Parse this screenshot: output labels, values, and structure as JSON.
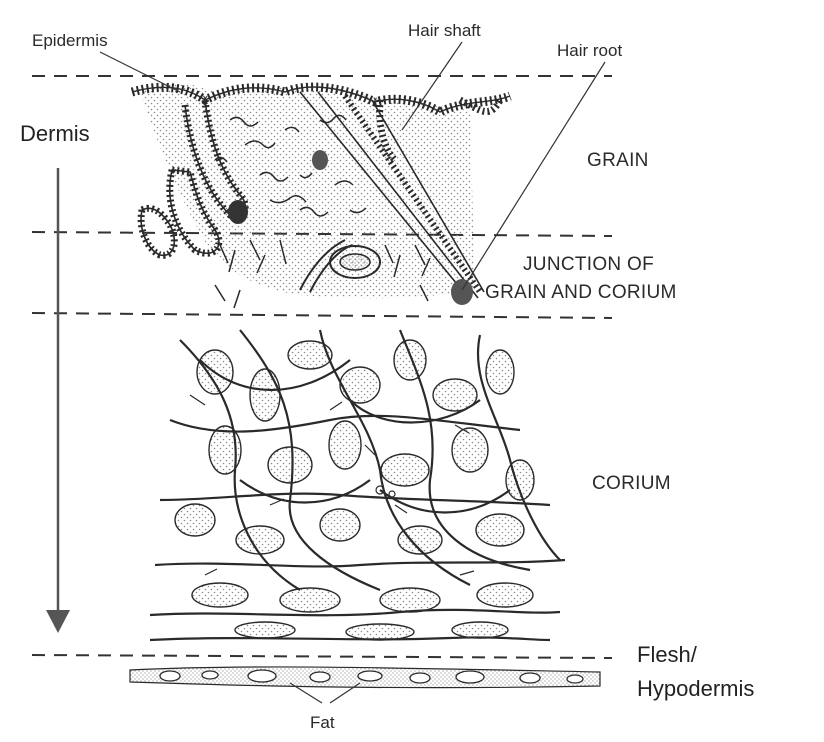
{
  "labels": {
    "epidermis": "Epidermis",
    "hair_shaft": "Hair shaft",
    "hair_root": "Hair root",
    "dermis": "Dermis",
    "grain": "GRAIN",
    "junction_line1": "JUNCTION OF",
    "junction_line2": "GRAIN AND CORIUM",
    "corium": "CORIUM",
    "flesh_line1": "Flesh/",
    "flesh_line2": "Hypodermis",
    "fat": "Fat"
  },
  "colors": {
    "ink": "#2a2a2a",
    "stipple": "#9a9a9a",
    "background": "#ffffff"
  }
}
